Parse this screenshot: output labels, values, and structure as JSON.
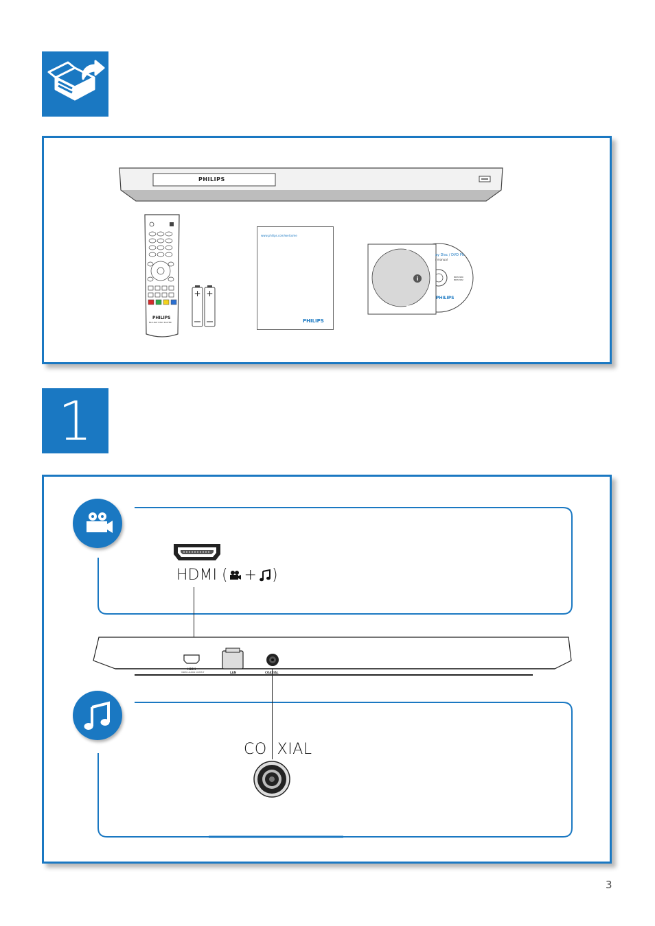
{
  "header": {
    "unbox_icon": "unbox-icon",
    "tile_color": "#1a78c2"
  },
  "package": {
    "player_brand": "PHILIPS",
    "remote_brand": "PHILIPS",
    "remote_model": "BLU-RAY DISC PLAYER",
    "manual_url": "www.philips.com/welcome",
    "manual_brand": "PHILIPS",
    "cd_title": "ay Disc / DVD Player",
    "cd_subtitle": "r manual",
    "cd_model": "BDP2980 BDP2982",
    "cd_brand": "PHILIPS"
  },
  "step": {
    "number": "1"
  },
  "connections": {
    "video_icon": "video-camera-icon",
    "audio_icon": "music-note-icon",
    "hdmi_label": "HDMI (",
    "hdmi_plus": "+",
    "hdmi_close": ")",
    "coax_label": "CO  XIAL",
    "back_panel": {
      "hdmi_port_label": "HDMI",
      "hdmi_port_sub": "VIDEO AUDIO OUTPUT",
      "lan_label": "LAN",
      "coaxial_label": "COAXIAL"
    }
  },
  "footer": {
    "page_number": "3"
  }
}
